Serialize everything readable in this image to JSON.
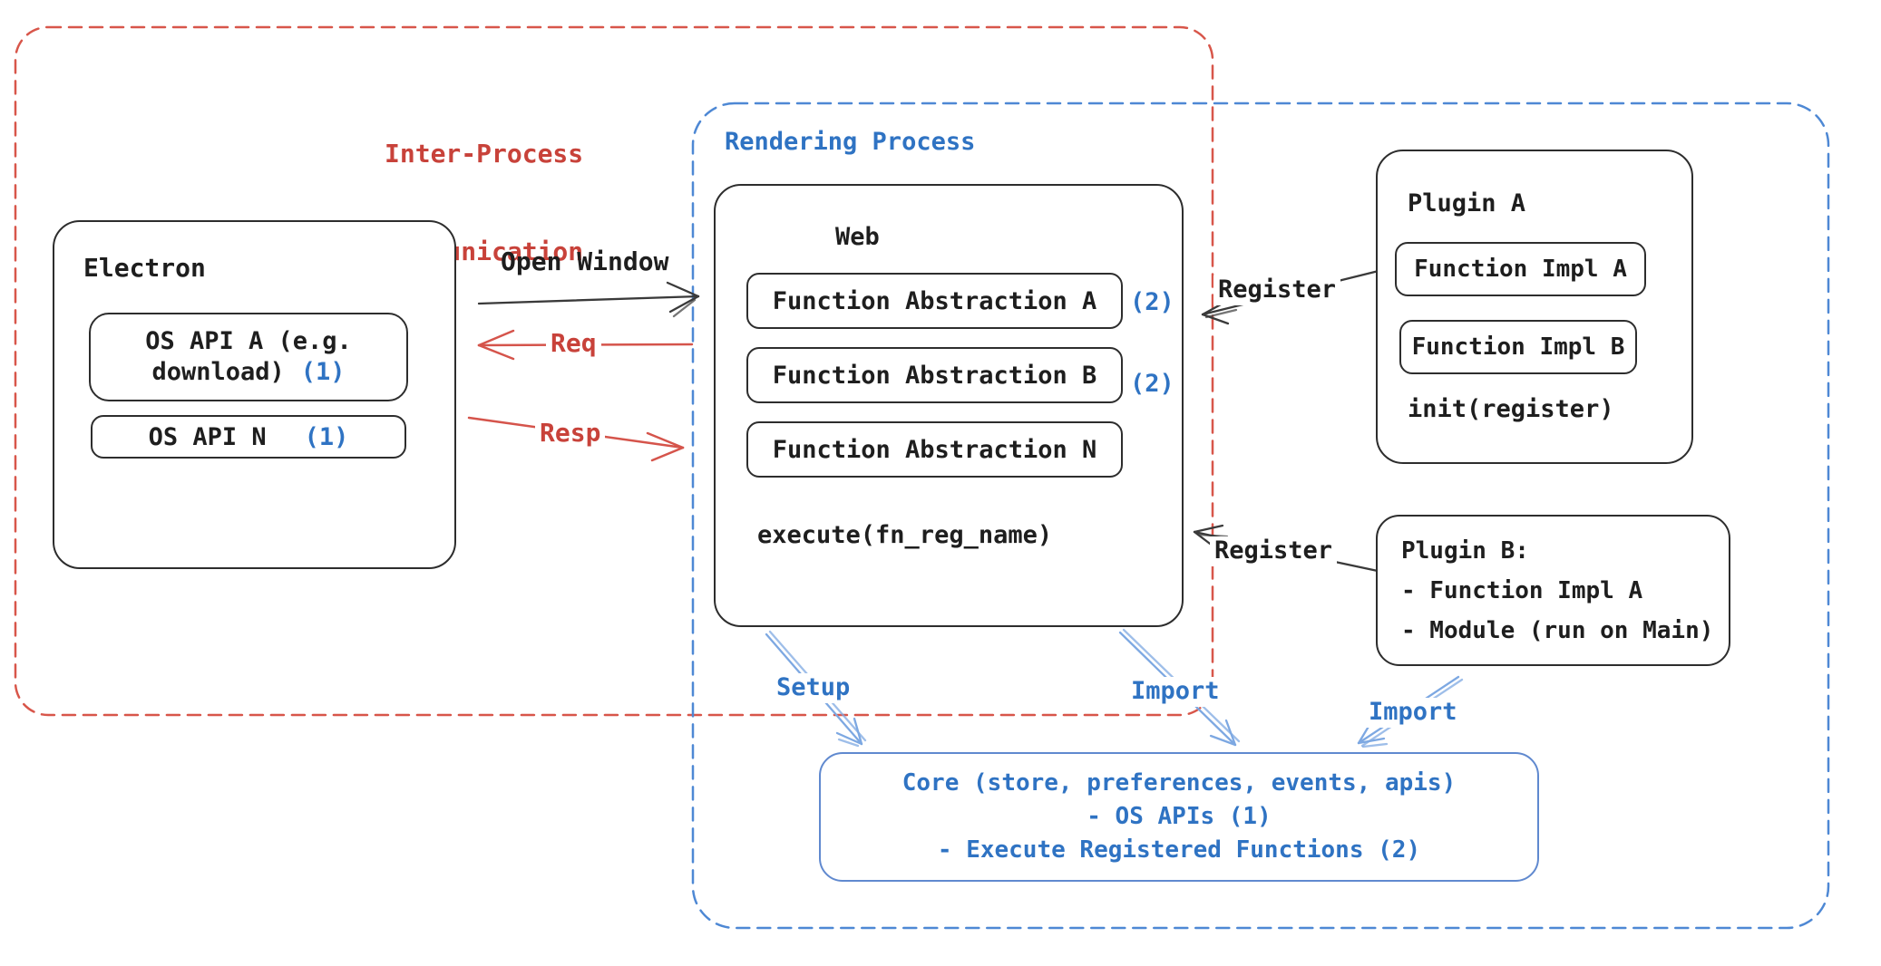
{
  "colors": {
    "ink": "#1e1e1e",
    "red_text": "#c8423a",
    "red_stroke": "#d5544b",
    "red_dash": "#d8564a",
    "blue_text": "#2f73c3",
    "blue_dash": "#4e88d4",
    "light_blue_stroke": "#7da8e2",
    "core_border": "#6089cf"
  },
  "ipc_region": {
    "title_line1": "Inter-Process",
    "title_line2": "Communication"
  },
  "rendering_region": {
    "title": "Rendering Process"
  },
  "electron": {
    "title": "Electron",
    "os_api_a": {
      "line1": "OS API A (e.g.",
      "line2": "download)",
      "badge": "(1)"
    },
    "os_api_n": {
      "label": "OS API N",
      "badge": "(1)"
    }
  },
  "web": {
    "title": "Web",
    "abstractions": [
      {
        "label": "Function Abstraction A",
        "badge": "(2)"
      },
      {
        "label": "Function Abstraction B",
        "badge": "(2)"
      },
      {
        "label": "Function Abstraction N",
        "badge": ""
      }
    ],
    "execute_label": "execute(fn_reg_name)"
  },
  "plugin_a": {
    "title": "Plugin A",
    "impl_a": "Function Impl A",
    "impl_b": "Function Impl B",
    "init_label": "init(register)"
  },
  "plugin_b": {
    "title": "Plugin B:",
    "items": [
      "- Function Impl A",
      "- Module (run on Main)"
    ]
  },
  "core": {
    "line1": "Core (store, preferences, events, apis)",
    "line2": "- OS APIs (1)",
    "line3": "- Execute Registered Functions (2)"
  },
  "connectors": {
    "open_window": "Open Window",
    "req": "Req",
    "resp": "Resp",
    "register_top": "Register",
    "register_bottom": "Register",
    "setup": "Setup",
    "import_web": "Import",
    "import_plugin": "Import"
  }
}
